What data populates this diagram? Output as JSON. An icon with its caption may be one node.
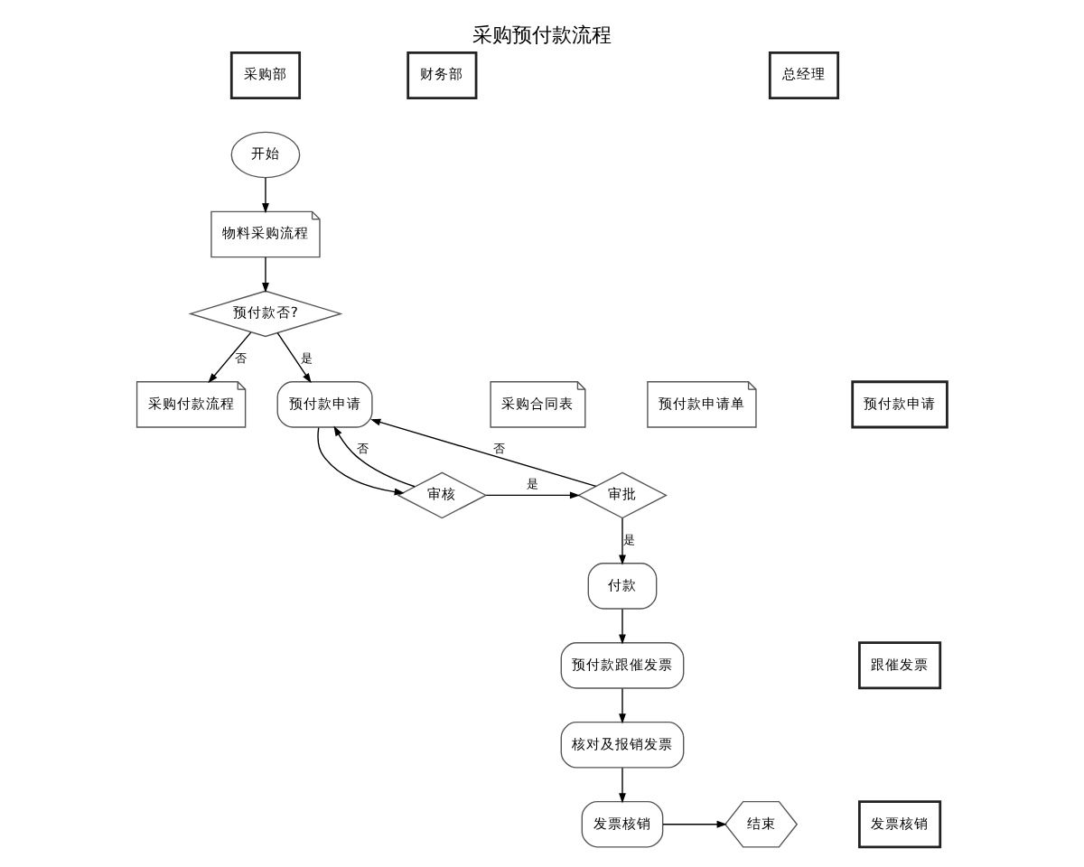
{
  "diagram": {
    "title": "采购预付款流程",
    "nodes": [
      {
        "text": [
          "采购部"
        ]
      },
      {
        "text": [
          "财务部"
        ]
      },
      {
        "text": [
          "总经理"
        ]
      },
      {
        "text": [
          "预付款申请"
        ]
      },
      {
        "text": [
          "跟催发票"
        ]
      },
      {
        "text": [
          "发票核销"
        ]
      },
      {
        "text": [
          "开始"
        ]
      },
      {
        "text": [
          "物料采购流程"
        ]
      },
      {
        "text": [
          "预付款否?"
        ]
      },
      {
        "text": [
          "采购付款流程"
        ]
      },
      {
        "text": [
          "采购合同表"
        ]
      },
      {
        "text": [
          "预付款申请单"
        ]
      },
      {
        "text": [
          "预付款申请"
        ]
      },
      {
        "text": [
          "审核"
        ]
      },
      {
        "text": [
          "审批"
        ]
      },
      {
        "text": [
          "付款"
        ]
      },
      {
        "text": [
          "预付款跟催发票"
        ]
      },
      {
        "text": [
          "核对及报销发票"
        ]
      },
      {
        "text": [
          "发票核销"
        ]
      },
      {
        "text": [
          "结束"
        ]
      }
    ],
    "edges": [
      {
        "from": 6,
        "to": 7,
        "arrow": "to"
      },
      {
        "from": 7,
        "to": 8,
        "arrow": "to"
      },
      {
        "from": 8,
        "to": 9,
        "arrow": "to",
        "label": "否"
      },
      {
        "from": 8,
        "to": 12,
        "arrow": "to",
        "label": "是"
      },
      {
        "from": 12,
        "to": 13,
        "arrow": "to"
      },
      {
        "from": 13,
        "to": 12,
        "arrow": "to",
        "label": "否"
      },
      {
        "from": 13,
        "to": 14,
        "arrow": "to",
        "label": "是"
      },
      {
        "from": 14,
        "to": 12,
        "arrow": "to",
        "label": "否"
      },
      {
        "from": 14,
        "to": 15,
        "arrow": "to",
        "label": "是"
      },
      {
        "from": 15,
        "to": 16,
        "arrow": "to"
      },
      {
        "from": 16,
        "to": 17,
        "arrow": "to"
      },
      {
        "from": 17,
        "to": 18,
        "arrow": "to"
      },
      {
        "from": 18,
        "to": 19,
        "arrow": "to"
      }
    ]
  }
}
